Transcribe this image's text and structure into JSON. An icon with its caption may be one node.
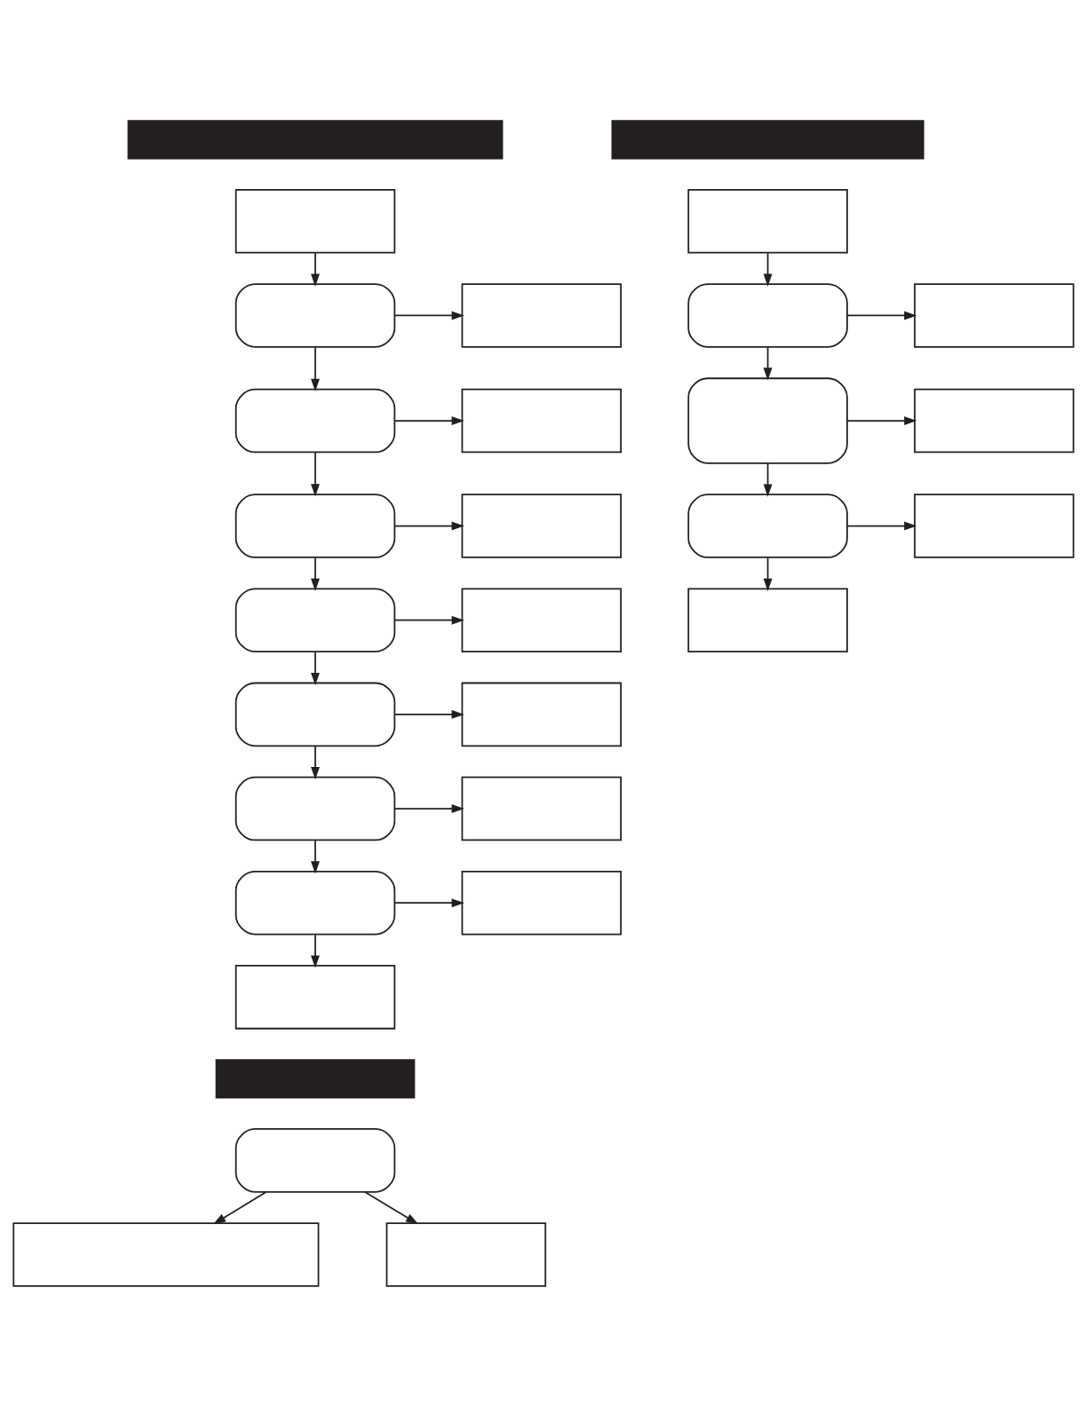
{
  "diagram": {
    "nodes": [
      {
        "text": [],
        "shape": "bar"
      },
      {
        "text": [],
        "shape": "box"
      },
      {
        "text": [],
        "shape": "box"
      },
      {
        "text": [],
        "shape": "box"
      },
      {
        "text": [],
        "shape": "box"
      },
      {
        "text": [],
        "shape": "box"
      },
      {
        "text": [],
        "shape": "box"
      },
      {
        "text": [],
        "shape": "box"
      },
      {
        "text": [],
        "shape": "box"
      },
      {
        "text": [],
        "shape": "box"
      },
      {
        "text": [],
        "shape": "box"
      },
      {
        "text": [],
        "shape": "box"
      },
      {
        "text": [],
        "shape": "box"
      },
      {
        "text": [],
        "shape": "box"
      },
      {
        "text": [],
        "shape": "box"
      },
      {
        "text": [],
        "shape": "box"
      },
      {
        "text": [],
        "shape": "box"
      },
      {
        "text": [],
        "shape": "bar"
      },
      {
        "text": [],
        "shape": "box"
      },
      {
        "text": [],
        "shape": "box"
      },
      {
        "text": [],
        "shape": "box"
      },
      {
        "text": [],
        "shape": "box"
      },
      {
        "text": [],
        "shape": "box"
      },
      {
        "text": [],
        "shape": "box"
      },
      {
        "text": [],
        "shape": "box"
      },
      {
        "text": [],
        "shape": "box"
      },
      {
        "text": [],
        "shape": "bar"
      },
      {
        "text": [],
        "shape": "box"
      },
      {
        "text": [],
        "shape": "box"
      },
      {
        "text": [],
        "shape": "box"
      }
    ],
    "edges": [
      {
        "from": 1,
        "to": 2,
        "arrow": "to"
      },
      {
        "from": 2,
        "to": 3,
        "arrow": "to"
      },
      {
        "from": 2,
        "to": 4,
        "arrow": "to"
      },
      {
        "from": 4,
        "to": 5,
        "arrow": "to"
      },
      {
        "from": 4,
        "to": 6,
        "arrow": "to"
      },
      {
        "from": 6,
        "to": 7,
        "arrow": "to"
      },
      {
        "from": 6,
        "to": 8,
        "arrow": "to"
      },
      {
        "from": 8,
        "to": 9,
        "arrow": "to"
      },
      {
        "from": 8,
        "to": 10,
        "arrow": "to"
      },
      {
        "from": 10,
        "to": 11,
        "arrow": "to"
      },
      {
        "from": 10,
        "to": 12,
        "arrow": "to"
      },
      {
        "from": 12,
        "to": 13,
        "arrow": "to"
      },
      {
        "from": 12,
        "to": 14,
        "arrow": "to"
      },
      {
        "from": 14,
        "to": 15,
        "arrow": "to"
      },
      {
        "from": 14,
        "to": 16,
        "arrow": "to"
      },
      {
        "from": 18,
        "to": 19,
        "arrow": "to"
      },
      {
        "from": 19,
        "to": 20,
        "arrow": "to"
      },
      {
        "from": 19,
        "to": 21,
        "arrow": "to"
      },
      {
        "from": 21,
        "to": 22,
        "arrow": "to"
      },
      {
        "from": 21,
        "to": 23,
        "arrow": "to"
      },
      {
        "from": 23,
        "to": 24,
        "arrow": "to"
      },
      {
        "from": 23,
        "to": 25,
        "arrow": "to"
      },
      {
        "from": 27,
        "to": 28,
        "arrow": "to"
      },
      {
        "from": 27,
        "to": 29,
        "arrow": "to"
      }
    ]
  }
}
